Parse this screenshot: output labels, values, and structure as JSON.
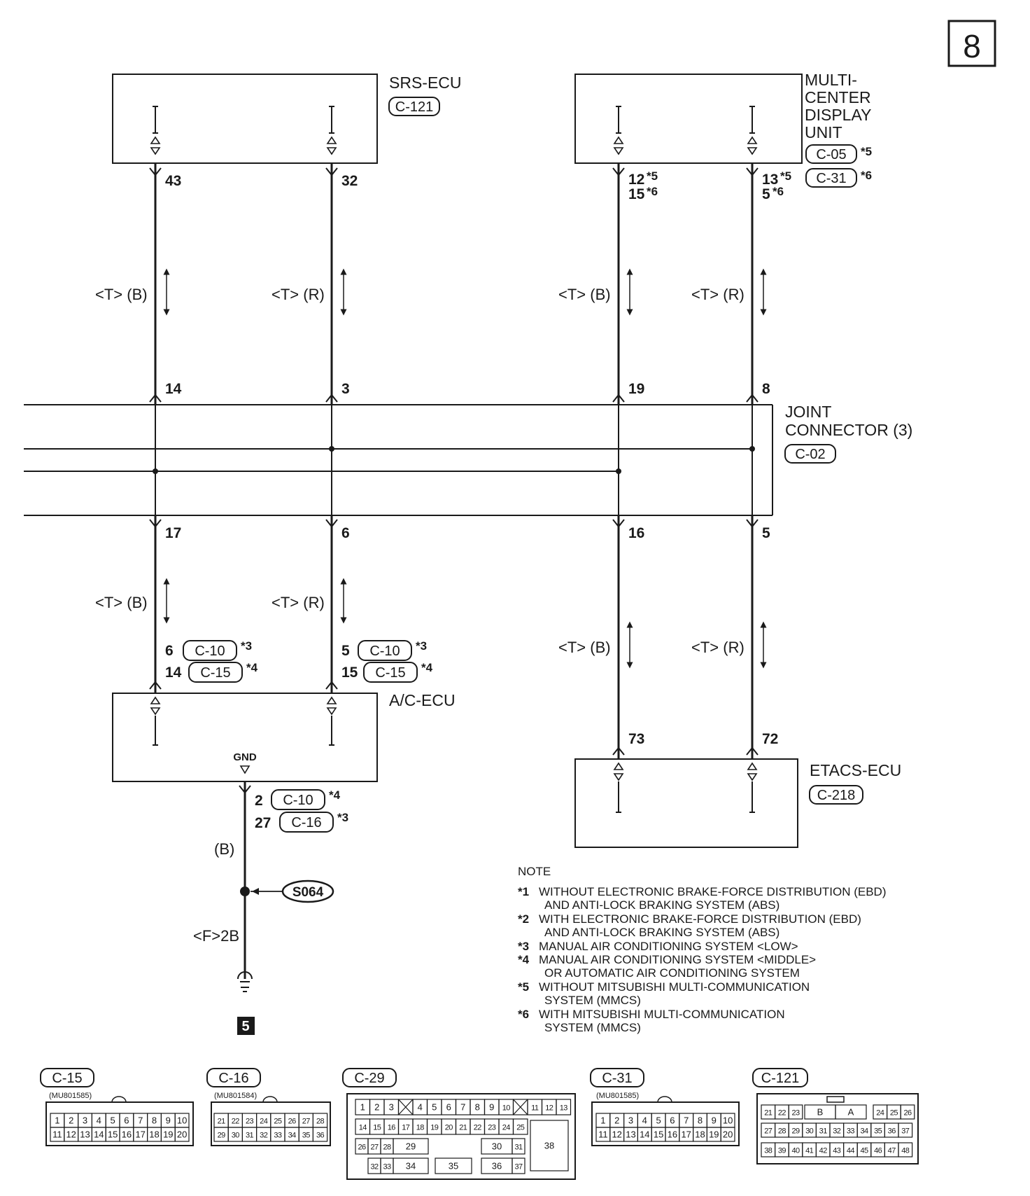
{
  "page_number": "8",
  "components": {
    "srs_ecu": {
      "name": "SRS-ECU",
      "connector": "C-121"
    },
    "mcdu": {
      "name_lines": [
        "MULTI-",
        "CENTER",
        "DISPLAY",
        "UNIT"
      ],
      "connector_1": "C-05",
      "connector_1_note": "*5",
      "connector_2": "C-31",
      "connector_2_note": "*6"
    },
    "joint_connector": {
      "name_lines": [
        "JOINT",
        "CONNECTOR (3)"
      ],
      "connector": "C-02"
    },
    "ac_ecu": {
      "name": "A/C-ECU",
      "gnd_label": "GND"
    },
    "etacs_ecu": {
      "name": "ETACS-ECU",
      "connector": "C-218"
    }
  },
  "wire_labels": {
    "t_b": "<T> (B)",
    "t_r": "<T> (R)",
    "ground_color": "(B)",
    "ground_harness": "<F>2B",
    "splice": "S064",
    "ground_ref": "5"
  },
  "pins": {
    "srs_1": "43",
    "srs_2": "32",
    "mcdu_1a": "12",
    "mcdu_1a_note": "*5",
    "mcdu_1b": "15",
    "mcdu_1b_note": "*6",
    "mcdu_2a": "13",
    "mcdu_2a_note": "*5",
    "mcdu_2b": "5",
    "mcdu_2b_note": "*6",
    "jc_top_1": "14",
    "jc_top_2": "3",
    "jc_top_3": "19",
    "jc_top_4": "8",
    "jc_bot_1": "17",
    "jc_bot_2": "6",
    "jc_bot_3": "16",
    "jc_bot_4": "5",
    "ac_1a": "6",
    "ac_1a_conn": "C-10",
    "ac_1a_note": "*3",
    "ac_1b": "14",
    "ac_1b_conn": "C-15",
    "ac_1b_note": "*4",
    "ac_2a": "5",
    "ac_2a_conn": "C-10",
    "ac_2a_note": "*3",
    "ac_2b": "15",
    "ac_2b_conn": "C-15",
    "ac_2b_note": "*4",
    "gnd_a": "2",
    "gnd_a_conn": "C-10",
    "gnd_a_note": "*4",
    "gnd_b": "27",
    "gnd_b_conn": "C-16",
    "gnd_b_note": "*3",
    "etacs_1": "73",
    "etacs_2": "72"
  },
  "notes": {
    "title": "NOTE",
    "items": [
      {
        "mark": "*1",
        "lines": [
          "WITHOUT ELECTRONIC BRAKE-FORCE DISTRIBUTION (EBD)",
          "AND ANTI-LOCK BRAKING SYSTEM (ABS)"
        ]
      },
      {
        "mark": "*2",
        "lines": [
          "WITH ELECTRONIC BRAKE-FORCE DISTRIBUTION (EBD)",
          "AND ANTI-LOCK BRAKING SYSTEM (ABS)"
        ]
      },
      {
        "mark": "*3",
        "lines": [
          "MANUAL AIR CONDITIONING SYSTEM <LOW>"
        ]
      },
      {
        "mark": "*4",
        "lines": [
          "MANUAL AIR CONDITIONING SYSTEM <MIDDLE>",
          "OR AUTOMATIC AIR CONDITIONING SYSTEM"
        ]
      },
      {
        "mark": "*5",
        "lines": [
          "WITHOUT MITSUBISHI MULTI-COMMUNICATION",
          "SYSTEM (MMCS)"
        ]
      },
      {
        "mark": "*6",
        "lines": [
          "WITH MITSUBISHI MULTI-COMMUNICATION",
          "SYSTEM (MMCS)"
        ]
      }
    ]
  },
  "connector_views": [
    {
      "id": "C-15",
      "part": "(MU801585)"
    },
    {
      "id": "C-16",
      "part": "(MU801584)"
    },
    {
      "id": "C-29",
      "part": ""
    },
    {
      "id": "C-31",
      "part": "(MU801585)"
    },
    {
      "id": "C-121",
      "part": ""
    }
  ],
  "connector_cells": {
    "c15": [
      [
        "1",
        "2",
        "3",
        "4",
        "5",
        "6",
        "7",
        "8",
        "9",
        "10"
      ],
      [
        "11",
        "12",
        "13",
        "14",
        "15",
        "16",
        "17",
        "18",
        "19",
        "20"
      ]
    ],
    "c16": [
      [
        "21",
        "22",
        "23",
        "24",
        "25",
        "26",
        "27",
        "28"
      ],
      [
        "29",
        "30",
        "31",
        "32",
        "33",
        "34",
        "35",
        "36"
      ]
    ],
    "c31": [
      [
        "1",
        "2",
        "3",
        "4",
        "5",
        "6",
        "7",
        "8",
        "9",
        "10"
      ],
      [
        "11",
        "12",
        "13",
        "14",
        "15",
        "16",
        "17",
        "18",
        "19",
        "20"
      ]
    ],
    "c29_row1": [
      "1",
      "2",
      "3",
      "",
      "4",
      "5",
      "6",
      "7",
      "8",
      "9",
      "10",
      "",
      "11",
      "12",
      "13"
    ],
    "c29_row2": [
      "14",
      "15",
      "16",
      "17",
      "18",
      "19",
      "20",
      "21",
      "22",
      "23",
      "24",
      "25"
    ],
    "c29_row3": [
      "26",
      "27",
      "28",
      "29",
      "30",
      "31"
    ],
    "c29_row4": [
      "32",
      "33",
      "34",
      "35",
      "36",
      "37"
    ],
    "c29_big": "38",
    "c121_row1": [
      "21",
      "22",
      "23",
      "B",
      "A",
      "24",
      "25",
      "26"
    ],
    "c121_row2": [
      "27",
      "28",
      "29",
      "30",
      "31",
      "32",
      "33",
      "34",
      "35",
      "36",
      "37"
    ],
    "c121_row3": [
      "38",
      "39",
      "40",
      "41",
      "42",
      "43",
      "44",
      "45",
      "46",
      "47",
      "48"
    ]
  }
}
